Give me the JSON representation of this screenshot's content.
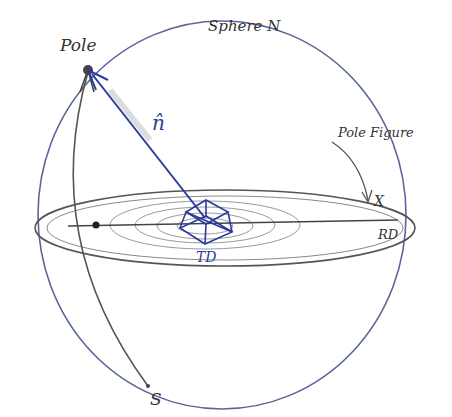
{
  "diagram": {
    "labels": [
      "Pole",
      "Sphere N",
      "n̂",
      "Pole Figure",
      "X",
      "RD",
      "TD",
      "S"
    ]
  }
}
